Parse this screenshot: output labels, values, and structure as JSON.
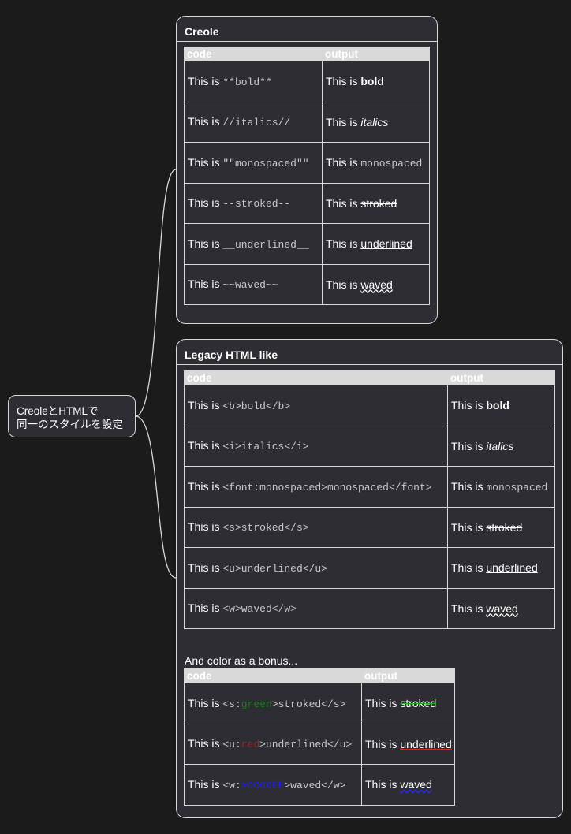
{
  "root": {
    "line1": "CreoleとHTMLで",
    "line2": "同一のスタイルを設定"
  },
  "creole": {
    "title": "Creole",
    "headers": {
      "code": "code",
      "output": "output"
    },
    "rows": [
      {
        "prefix": "This is ",
        "code": "**bold**",
        "out_prefix": "This is ",
        "out": "bold",
        "style": "bold"
      },
      {
        "prefix": "This is ",
        "code": "//italics//",
        "out_prefix": "This is ",
        "out": "italics",
        "style": "italic"
      },
      {
        "prefix": "This is ",
        "code": "\"\"monospaced\"\"",
        "out_prefix": "This is ",
        "out": "monospaced",
        "style": "mono"
      },
      {
        "prefix": "This is ",
        "code": "--stroked--",
        "out_prefix": "This is ",
        "out": "stroked",
        "style": "strike"
      },
      {
        "prefix": "This is ",
        "code": "__underlined__",
        "out_prefix": "This is ",
        "out": "underlined",
        "style": "under"
      },
      {
        "prefix": "This is ",
        "code": "~~waved~~",
        "out_prefix": "This is ",
        "out": "waved",
        "style": "wave"
      }
    ]
  },
  "legacy": {
    "title": "Legacy HTML like",
    "headers": {
      "code": "code",
      "output": "output"
    },
    "rows": [
      {
        "prefix": "This is ",
        "code": "<b>bold</b>",
        "out_prefix": "This is ",
        "out": "bold",
        "style": "bold"
      },
      {
        "prefix": "This is ",
        "code": "<i>italics</i>",
        "out_prefix": "This is ",
        "out": "italics",
        "style": "italic"
      },
      {
        "prefix": "This is ",
        "code": "<font:monospaced>monospaced</font>",
        "out_prefix": "This is ",
        "out": "monospaced",
        "style": "mono"
      },
      {
        "prefix": "This is ",
        "code": "<s>stroked</s>",
        "out_prefix": " This is ",
        "out": "stroked",
        "style": "strike"
      },
      {
        "prefix": "This is ",
        "code": "<u>underlined</u>",
        "out_prefix": "This is ",
        "out": "underlined",
        "style": "under"
      },
      {
        "prefix": "This is ",
        "code": "<w>waved</w>",
        "out_prefix": "This is ",
        "out": "waved",
        "style": "wave"
      }
    ],
    "bonus_label": "And color as a bonus...",
    "bonus_headers": {
      "code": "code",
      "output": "output"
    },
    "bonus_rows": [
      {
        "prefix": "This is ",
        "code_a": "<s:",
        "code_color": "green",
        "code_b": ">stroked</s>",
        "color_hex": "#1e7a1e",
        "out_prefix": " This is ",
        "out": "stroked",
        "style": "strike",
        "deco_color": "#22aa22"
      },
      {
        "prefix": "This is ",
        "code_a": "<u:",
        "code_color": "red",
        "code_b": ">underlined</u>",
        "color_hex": "#b01e1e",
        "out_prefix": "This is ",
        "out": "underlined",
        "style": "under",
        "deco_color": "#dd2222"
      },
      {
        "prefix": "This is ",
        "code_a": "<w:",
        "code_color": "#0000FF",
        "code_b": ">waved</w>",
        "color_hex": "#2222dd",
        "out_prefix": "This is ",
        "out": "waved",
        "style": "wave",
        "deco_color": "#2a2aff"
      }
    ]
  },
  "colors": {
    "background": "#1b1b1c",
    "node": "#2d2d33",
    "border": "#d8d8d8",
    "header": "#d9d9d9"
  }
}
